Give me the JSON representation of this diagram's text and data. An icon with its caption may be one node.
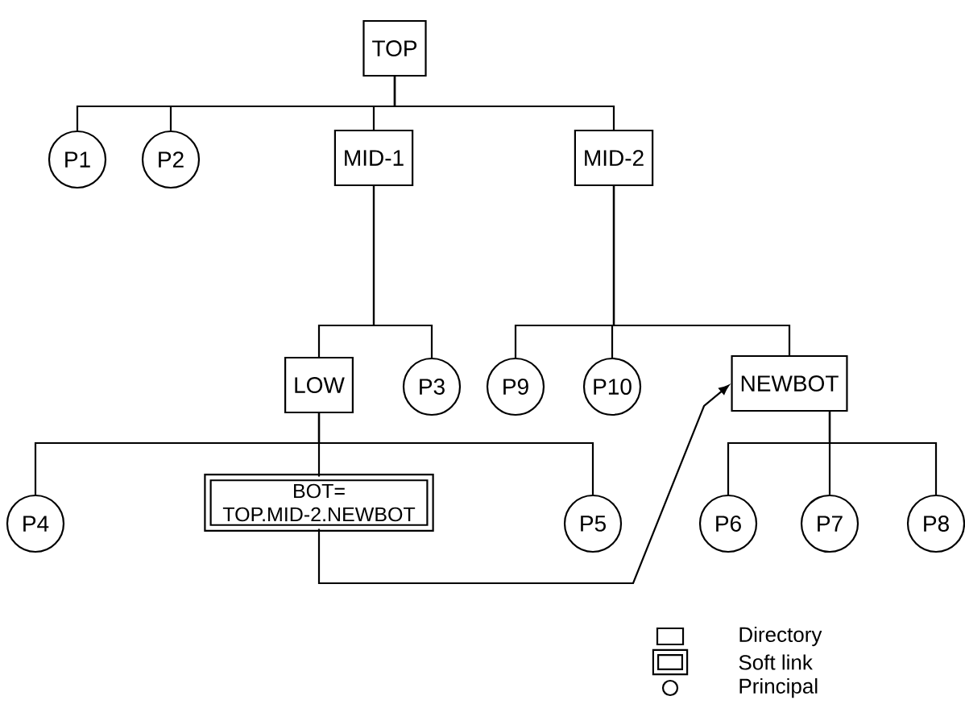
{
  "diagram": {
    "nodes": [
      {
        "text": [
          "TOP"
        ]
      },
      {
        "text": [
          "P1"
        ]
      },
      {
        "text": [
          "P2"
        ]
      },
      {
        "text": [
          "MID-1"
        ]
      },
      {
        "text": [
          "MID-2"
        ]
      },
      {
        "text": [
          "LOW"
        ]
      },
      {
        "text": [
          "P3"
        ]
      },
      {
        "text": [
          "P9"
        ]
      },
      {
        "text": [
          "P10"
        ]
      },
      {
        "text": [
          "NEWBOT"
        ]
      },
      {
        "text": [
          "BOT= TOP.MID-2.NEWBOT"
        ]
      },
      {
        "text": [
          "P4"
        ]
      },
      {
        "text": [
          "P5"
        ]
      },
      {
        "text": [
          "P6"
        ]
      },
      {
        "text": [
          "P7"
        ]
      },
      {
        "text": [
          "P8"
        ]
      }
    ],
    "edges": [
      {
        "from": 0,
        "to": 1,
        "arrow": "none"
      },
      {
        "from": 0,
        "to": 2,
        "arrow": "none"
      },
      {
        "from": 0,
        "to": 3,
        "arrow": "none"
      },
      {
        "from": 0,
        "to": 4,
        "arrow": "none"
      },
      {
        "from": 3,
        "to": 5,
        "arrow": "none"
      },
      {
        "from": 3,
        "to": 6,
        "arrow": "none"
      },
      {
        "from": 4,
        "to": 7,
        "arrow": "none"
      },
      {
        "from": 4,
        "to": 8,
        "arrow": "none"
      },
      {
        "from": 4,
        "to": 9,
        "arrow": "none"
      },
      {
        "from": 5,
        "to": 11,
        "arrow": "none"
      },
      {
        "from": 5,
        "to": 10,
        "arrow": "none"
      },
      {
        "from": 5,
        "to": 12,
        "arrow": "none"
      },
      {
        "from": 9,
        "to": 13,
        "arrow": "none"
      },
      {
        "from": 9,
        "to": 14,
        "arrow": "none"
      },
      {
        "from": 9,
        "to": 15,
        "arrow": "none"
      },
      {
        "from": 10,
        "to": 9,
        "arrow": "to"
      }
    ],
    "legend": [
      {
        "text": "Directory"
      },
      {
        "text": "Soft link"
      },
      {
        "text": "Principal"
      }
    ]
  }
}
